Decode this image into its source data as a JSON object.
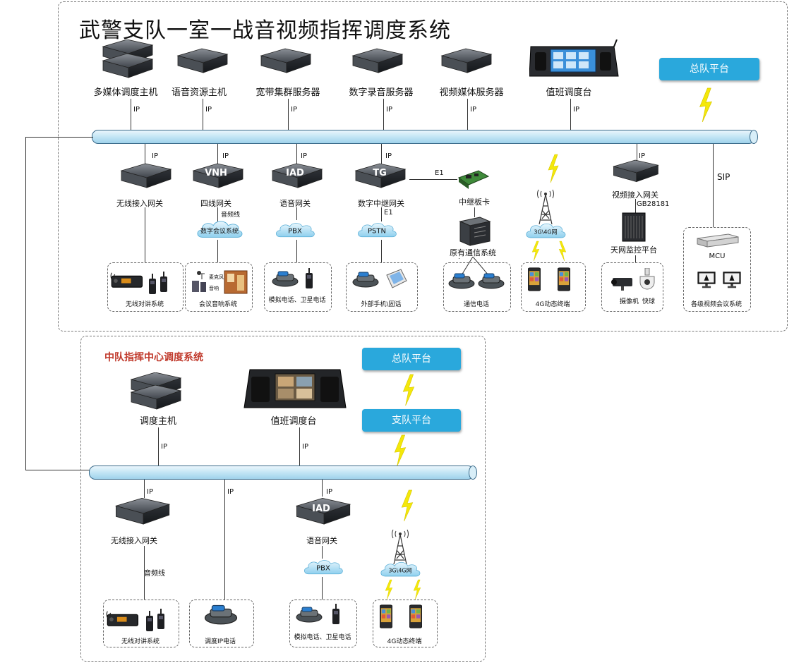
{
  "top": {
    "title": "武警支队一室一战音视频指挥调度系统",
    "platform": "总队平台",
    "servers": [
      "多媒体调度主机",
      "语音资源主机",
      "宽带集群服务器",
      "数字录音服务器",
      "视频媒体服务器",
      "值班调度台"
    ],
    "ip": "IP",
    "sip": "SIP",
    "e1": "E1",
    "gb": "GB28181",
    "gateways": {
      "wireless": "无线接入网关",
      "four_wire": "四线网关",
      "voice": "语音网关",
      "trunk": "数字中继网关",
      "video_access": "视频接入网关"
    },
    "gw_badges": {
      "vnh": "VNH",
      "iad": "IAD",
      "tg": "TG"
    },
    "audio_line": "音频线",
    "clouds": {
      "conf": "数字会议系统",
      "pbx": "PBX",
      "pstn": "PSTN",
      "net": "3G\\4G网"
    },
    "relay_card": "中继板卡",
    "orig_comm": "原有通信系统",
    "skynet": "天网监控平台",
    "mcu": "MCU",
    "devices": {
      "radio": "无线对讲系统",
      "conf_audio": "会议音响系统",
      "mic": "麦克风",
      "speaker": "音响",
      "analog": "模拟电话、卫星电话",
      "external": "外部手机\\固话",
      "comm_phone": "通信电话",
      "terminal": "4G动态终端",
      "camera": "摄像机",
      "dome": "快球",
      "video_conf": "各级视频会议系统"
    }
  },
  "bottom": {
    "title": "中队指挥中心调度系统",
    "platform1": "总队平台",
    "platform2": "支队平台",
    "host": "调度主机",
    "console": "值班调度台",
    "ip": "IP",
    "wireless": "无线接入网关",
    "audio_line": "音频线",
    "voice": "语音网关",
    "iad": "IAD",
    "pbx": "PBX",
    "net": "3G\\4G网",
    "devices": {
      "radio": "无线对讲系统",
      "ip_phone": "调度IP电话",
      "analog": "模拟电话、卫星电话",
      "terminal": "4G动态终端"
    }
  }
}
